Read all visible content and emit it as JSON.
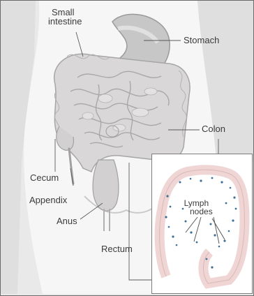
{
  "labels": {
    "small_intestine_line1": "Small",
    "small_intestine_line2": "intestine",
    "stomach": "Stomach",
    "colon": "Colon",
    "cecum": "Cecum",
    "appendix": "Appendix",
    "anus": "Anus",
    "rectum": "Rectum",
    "lymph_nodes_line1": "Lymph",
    "lymph_nodes_line2": "nodes"
  },
  "colors": {
    "background": "#e9e9e9",
    "body_silhouette": "#f6f6f6",
    "intestine": "#d8d6d6",
    "stomach": "#c9c9c9",
    "lymph_node": "#3f6f96",
    "inset_colon": "#f3dede"
  }
}
